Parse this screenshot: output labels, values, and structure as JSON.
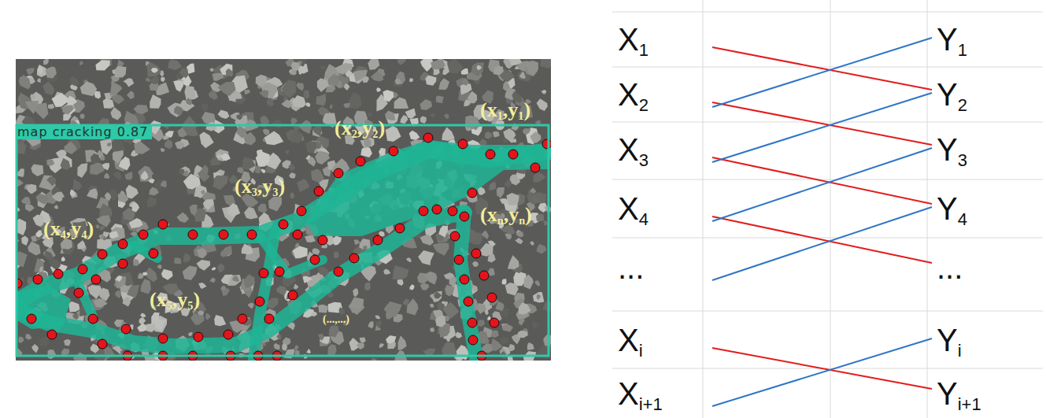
{
  "diagram": {
    "nodes": [
      {
        "text": [
          "X1"
        ]
      },
      {
        "text": [
          "Y1"
        ]
      },
      {
        "text": [
          "X2"
        ]
      },
      {
        "text": [
          "Y2"
        ]
      },
      {
        "text": [
          "X3"
        ]
      },
      {
        "text": [
          "Y3"
        ]
      },
      {
        "text": [
          "X4"
        ]
      },
      {
        "text": [
          "Y4"
        ]
      },
      {
        "text": [
          "..."
        ]
      },
      {
        "text": [
          "..."
        ]
      },
      {
        "text": [
          "Xi"
        ]
      },
      {
        "text": [
          "Yi"
        ]
      },
      {
        "text": [
          "Xi+1"
        ]
      },
      {
        "text": [
          "Yi+1"
        ]
      }
    ],
    "edges": [
      {
        "from": 0,
        "to": 3,
        "arrow": "none"
      },
      {
        "from": 2,
        "to": 5,
        "arrow": "none"
      },
      {
        "from": 4,
        "to": 7,
        "arrow": "none"
      },
      {
        "from": 6,
        "to": 9,
        "arrow": "none"
      },
      {
        "from": 10,
        "to": 13,
        "arrow": "none"
      },
      {
        "from": 2,
        "to": 1,
        "arrow": "none"
      },
      {
        "from": 4,
        "to": 3,
        "arrow": "none"
      },
      {
        "from": 6,
        "to": 5,
        "arrow": "none"
      },
      {
        "from": 8,
        "to": 7,
        "arrow": "none"
      },
      {
        "from": 12,
        "to": 11,
        "arrow": "none"
      }
    ],
    "labels": [
      "map cracking 0.87",
      "(x1,y1)",
      "(x2,y2)",
      "(x3,y3)",
      "(x4,y4)",
      "(xn,yn)",
      "(x5,y5)",
      "(...,...)"
    ]
  }
}
